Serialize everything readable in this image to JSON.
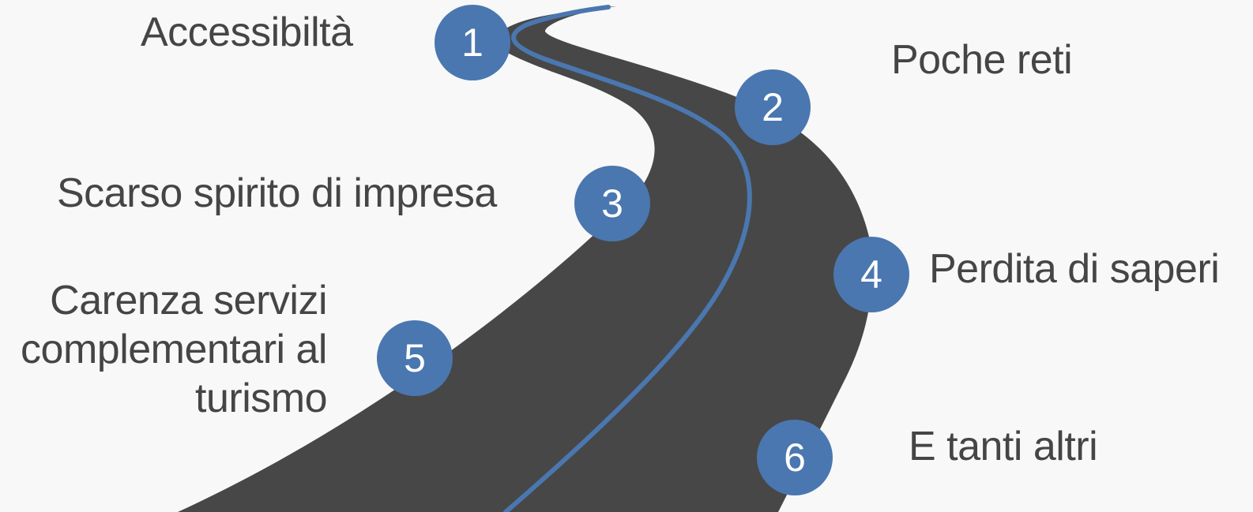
{
  "colors": {
    "background": "#f8f8f8",
    "road": "#474747",
    "road_line": "#4a77b0",
    "marker": "#4a77b0",
    "marker_text": "#ffffff",
    "label_text": "#454545"
  },
  "milestones": [
    {
      "number": "1",
      "label": "Accessibiltà"
    },
    {
      "number": "2",
      "label": "Poche reti"
    },
    {
      "number": "3",
      "label": "Scarso spirito di impresa"
    },
    {
      "number": "4",
      "label": "Perdita di saperi"
    },
    {
      "number": "5",
      "label_lines": [
        "Carenza servizi",
        "complementari al",
        "turismo"
      ]
    },
    {
      "number": "6",
      "label": "E tanti altri"
    }
  ]
}
